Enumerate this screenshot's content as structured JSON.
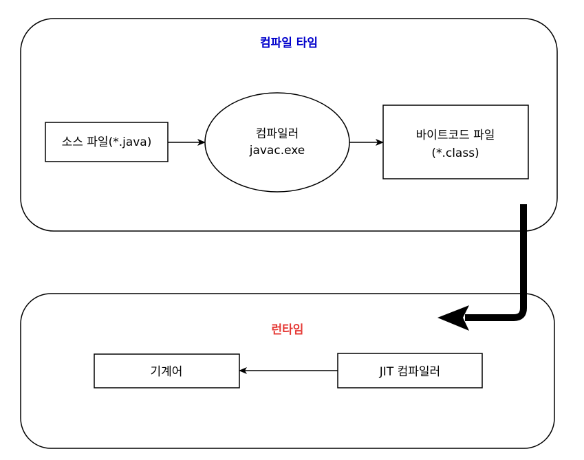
{
  "compile_time": {
    "title": "컴파일 타임",
    "title_color": "#0000CC",
    "source_file": "소스 파일(*.java)",
    "compiler_line1": "컴파일러",
    "compiler_line2": "javac.exe",
    "bytecode_line1": "바이트코드 파일",
    "bytecode_line2": "(*.class)"
  },
  "runtime": {
    "title": "런타임",
    "title_color": "#E53935",
    "machine_code": "기계어",
    "jit_compiler": "JIT 컴파일러"
  }
}
